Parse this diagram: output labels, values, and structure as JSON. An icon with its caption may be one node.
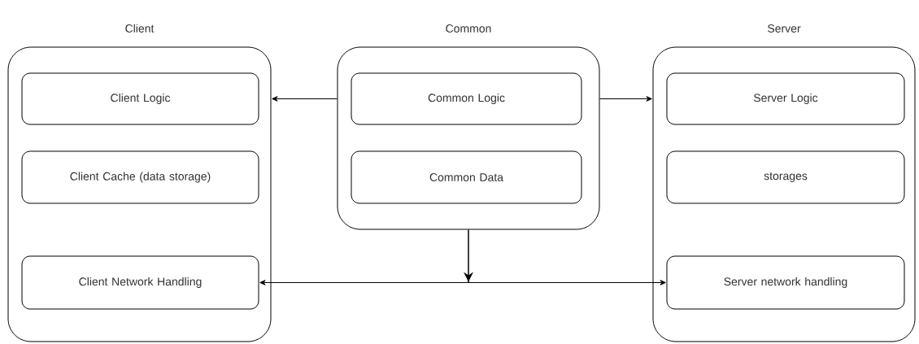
{
  "diagram": {
    "nodes": [
      {
        "text": [
          "Client"
        ]
      },
      {
        "text": [
          "Client Logic"
        ],
        "in": 0
      },
      {
        "text": [
          "Client Cache (data storage)"
        ],
        "in": 0
      },
      {
        "text": [
          "Client Network Handling"
        ],
        "in": 0
      },
      {
        "text": [
          "Common"
        ]
      },
      {
        "text": [
          "Common Logic"
        ],
        "in": 4
      },
      {
        "text": [
          "Common Data"
        ],
        "in": 4
      },
      {
        "text": [
          "Server"
        ]
      },
      {
        "text": [
          "Server Logic"
        ],
        "in": 7
      },
      {
        "text": [
          "storages"
        ],
        "in": 7
      },
      {
        "text": [
          "Server network handling"
        ],
        "in": 7
      }
    ],
    "edges": [
      {
        "from": 4,
        "to": 0,
        "arrow": "to"
      },
      {
        "from": 4,
        "to": 7,
        "arrow": "to"
      },
      {
        "from": 4,
        "to": 3,
        "arrow": "to"
      },
      {
        "from": 4,
        "to": 10,
        "arrow": "to"
      }
    ]
  }
}
